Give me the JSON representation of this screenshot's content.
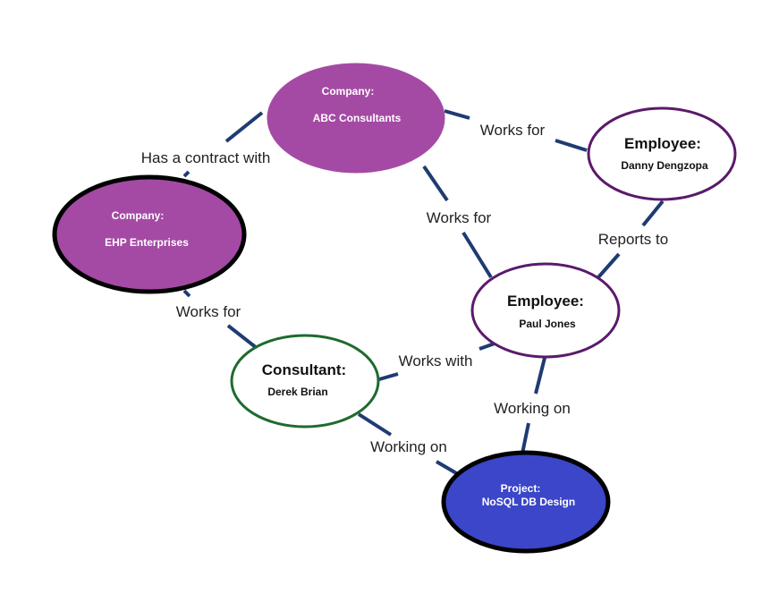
{
  "nodes": {
    "abc": {
      "type_label": "Company:",
      "name": "ABC Consultants",
      "fill": "#a44aa5",
      "stroke": "#a44aa5"
    },
    "ehp": {
      "type_label": "Company:",
      "name": "EHP Enterprises",
      "fill": "#a44aa5",
      "stroke": "#000000"
    },
    "danny": {
      "type_label": "Employee:",
      "name": "Danny Dengzopa",
      "fill": "#ffffff",
      "stroke": "#5a1a6a"
    },
    "paul": {
      "type_label": "Employee:",
      "name": "Paul Jones",
      "fill": "#ffffff",
      "stroke": "#5a1a6a"
    },
    "derek": {
      "type_label": "Consultant:",
      "name": "Derek Brian",
      "fill": "#ffffff",
      "stroke": "#1e6b2e"
    },
    "project": {
      "type_label": "Project:",
      "name": "NoSQL DB Design",
      "fill": "#3b46c8",
      "stroke": "#000000"
    }
  },
  "edges": {
    "has_contract": "Has a contract with",
    "abc_danny": "Works for",
    "abc_paul": "Works for",
    "reports_to": "Reports to",
    "ehp_derek": "Works for",
    "works_with": "Works with",
    "paul_project": "Working on",
    "derek_project": "Working on"
  },
  "colors": {
    "edge": "#1f3b73"
  }
}
